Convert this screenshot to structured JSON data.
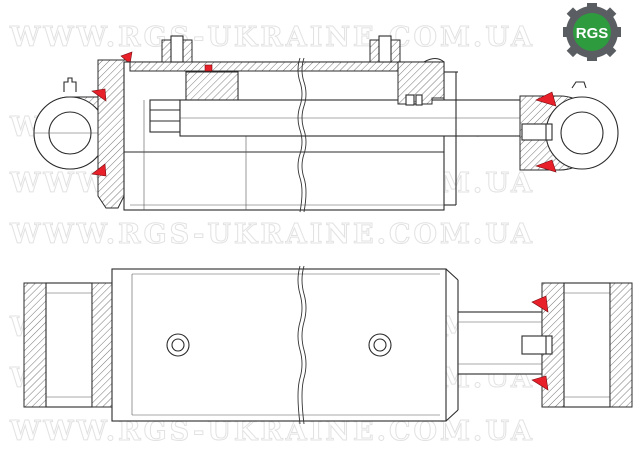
{
  "watermark": {
    "text": "WWW.RGS-UKRAINE.COM.UA"
  },
  "logo": {
    "text": "RGS",
    "gear_color": "#5a5e63",
    "fill_color": "#2e9b3f"
  },
  "colors": {
    "line": "#2b2b2b",
    "seal": "#e8202a",
    "background": "#ffffff",
    "watermark": "#e2e2e2"
  },
  "views": [
    {
      "name": "sectional-side-view"
    },
    {
      "name": "top-view"
    }
  ]
}
